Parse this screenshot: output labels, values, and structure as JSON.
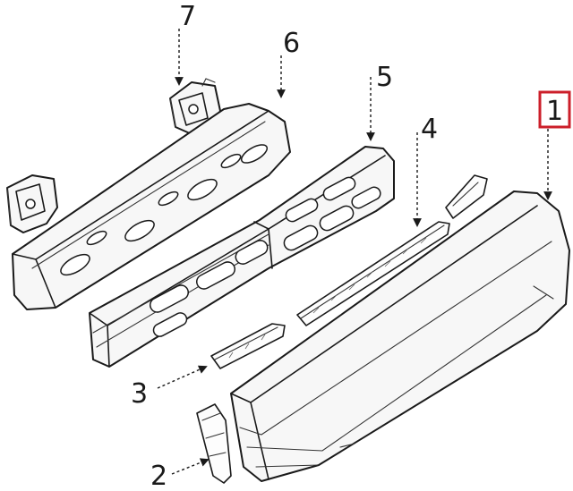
{
  "callouts": [
    {
      "id": "1",
      "label": "1",
      "highlighted": true
    },
    {
      "id": "2",
      "label": "2",
      "highlighted": false
    },
    {
      "id": "3",
      "label": "3",
      "highlighted": false
    },
    {
      "id": "4",
      "label": "4",
      "highlighted": false
    },
    {
      "id": "5",
      "label": "5",
      "highlighted": false
    },
    {
      "id": "6",
      "label": "6",
      "highlighted": false
    },
    {
      "id": "7",
      "label": "7",
      "highlighted": false
    }
  ],
  "colors": {
    "highlight": "#cc1f2a",
    "line": "#1a1a1a",
    "background": "#ffffff"
  }
}
